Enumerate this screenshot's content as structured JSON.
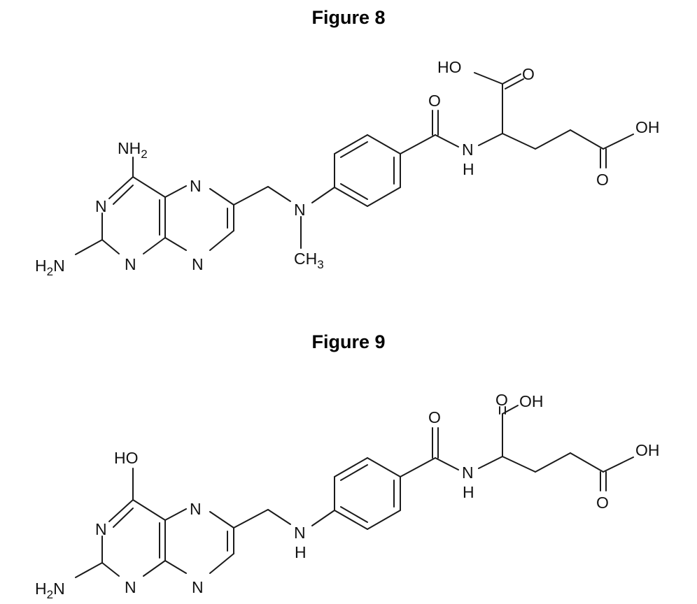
{
  "figures": [
    {
      "title": "Figure 8",
      "labels": {
        "nh2_top": "NH",
        "nh2_top_sub": "2",
        "h2n": "H",
        "h2n_sub": "2",
        "h2n_n": "N",
        "n_ring1_left": "N",
        "n_ring1_bottom": "N",
        "n_ring2_top": "N",
        "n_ring2_bottom": "N",
        "n_amine": "N",
        "ch3": "CH",
        "ch3_sub": "3",
        "amide_o": "O",
        "amide_n": "N",
        "amide_h": "H",
        "acid_ho": "HO",
        "acid_o": "O",
        "side_oh": "OH",
        "side_o": "O"
      }
    },
    {
      "title": "Figure 9",
      "labels": {
        "ho_top": "HO",
        "h2n": "H",
        "h2n_sub": "2",
        "h2n_n": "N",
        "n_ring1_left": "N",
        "n_ring1_bottom": "N",
        "n_ring2_top": "N",
        "n_ring2_bottom": "N",
        "n_amine": "N",
        "n_amine_h": "H",
        "amide_o": "O",
        "amide_n": "N",
        "amide_h": "H",
        "acid_o": "O",
        "acid_oh": "OH",
        "side_oh": "OH",
        "side_o": "O"
      }
    }
  ]
}
